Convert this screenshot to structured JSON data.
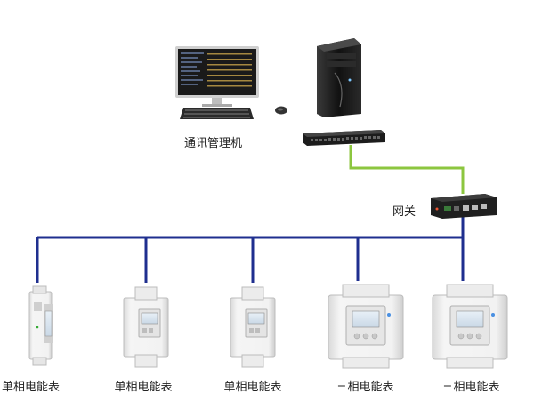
{
  "labels": {
    "workstation": "通讯管理机",
    "gateway": "网关",
    "meters": [
      "单相电能表",
      "单相电能表",
      "单相电能表",
      "三相电能表",
      "三相电能表"
    ]
  },
  "colors": {
    "bus_line": "#1f2f8f",
    "ethernet_line": "#8cc63f",
    "device_dark": "#1e1e1e",
    "meter_body": "#f0f0f0",
    "meter_screen": "#dfe9f2"
  },
  "icons": {
    "workstation": "desktop-computer-icon",
    "server": "tower-server-icon",
    "switch": "network-switch-icon",
    "gateway": "gateway-device-icon",
    "single_phase_din": "single-phase-din-meter-icon",
    "single_phase": "single-phase-meter-icon",
    "three_phase": "three-phase-meter-icon"
  }
}
